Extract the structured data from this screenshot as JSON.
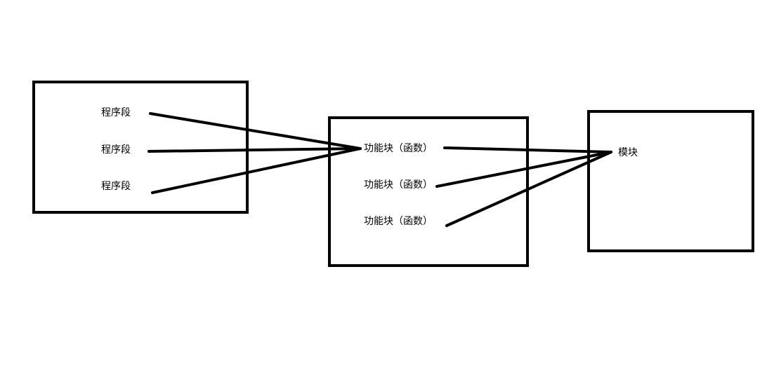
{
  "diagram": {
    "program_segments": [
      "程序段",
      "程序段",
      "程序段"
    ],
    "function_blocks": [
      "功能块（函数）",
      "功能块（函数）",
      "功能块（函数）"
    ],
    "module": "模块",
    "edges": [
      {
        "from": "program_segments.0",
        "to": "function_blocks.0"
      },
      {
        "from": "program_segments.1",
        "to": "function_blocks.0"
      },
      {
        "from": "program_segments.2",
        "to": "function_blocks.0"
      },
      {
        "from": "function_blocks.0",
        "to": "module"
      },
      {
        "from": "function_blocks.1",
        "to": "module"
      },
      {
        "from": "function_blocks.2",
        "to": "module"
      }
    ],
    "colors": {
      "stroke": "#000000",
      "background": "#ffffff"
    }
  }
}
